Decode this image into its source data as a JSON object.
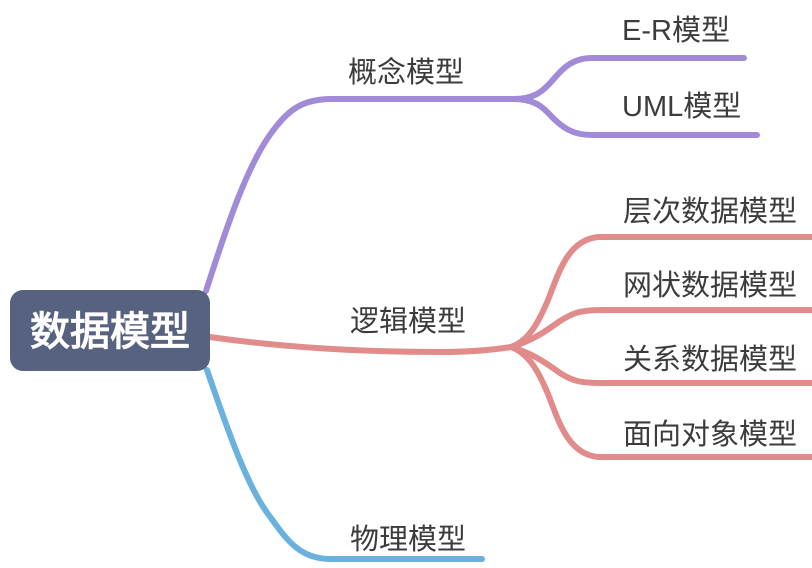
{
  "colors": {
    "background": "#FFFFFF",
    "root_fill": "#576180",
    "root_text": "#FFFFFF",
    "label_text": "#3C3C3C",
    "branch_concept": "#A18BD8",
    "branch_logic": "#E28B8B",
    "branch_physical": "#6BB1DE"
  },
  "mindmap": {
    "root": {
      "label": "数据模型"
    },
    "branches": [
      {
        "label": "概念模型",
        "color": "#A18BD8",
        "children": [
          {
            "label": "E-R模型"
          },
          {
            "label": "UML模型"
          }
        ]
      },
      {
        "label": "逻辑模型",
        "color": "#E28B8B",
        "children": [
          {
            "label": "层次数据模型"
          },
          {
            "label": "网状数据模型"
          },
          {
            "label": "关系数据模型"
          },
          {
            "label": "面向对象模型"
          }
        ]
      },
      {
        "label": "物理模型",
        "color": "#6BB1DE",
        "children": []
      }
    ]
  }
}
